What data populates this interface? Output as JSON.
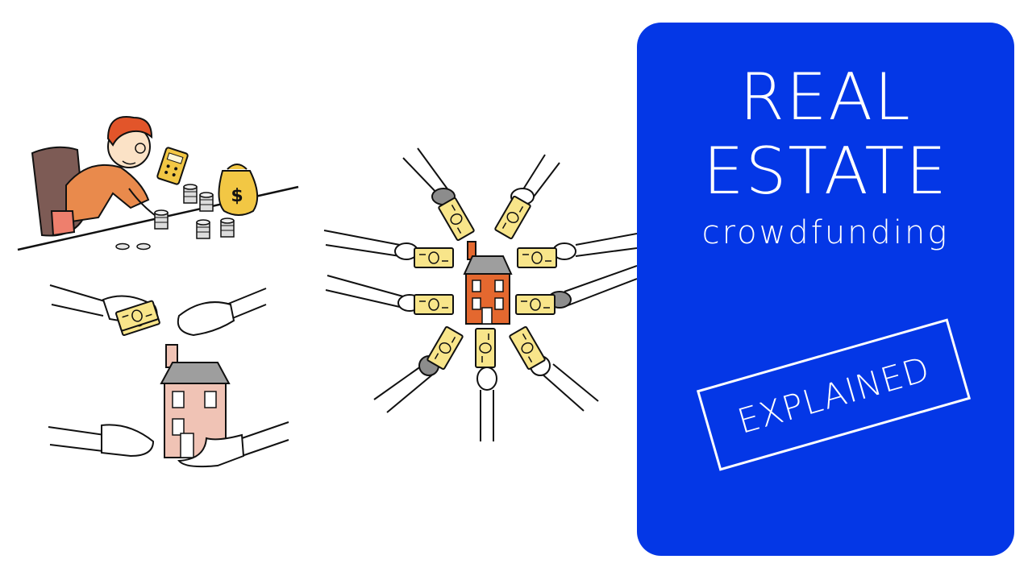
{
  "colors": {
    "panel": "#0437e6",
    "text_on_panel": "#ffffff",
    "house_left": "#f0c3b5",
    "house_center": "#e4682f",
    "banknote": "#f8e58a",
    "coin": "#d9d9d9",
    "money_bag": "#f2c744",
    "calculator": "#f2c744",
    "person_shirt": "#e98a4c",
    "person_hair": "#e2552a",
    "chair": "#7d5b55"
  },
  "title_panel": {
    "line1": "REAL",
    "line2": "ESTATE",
    "line3": "crowdfunding",
    "stamp": "EXPLAINED"
  },
  "illustrations": {
    "money_bag_symbol": "$",
    "banknote_symbol": "0"
  }
}
